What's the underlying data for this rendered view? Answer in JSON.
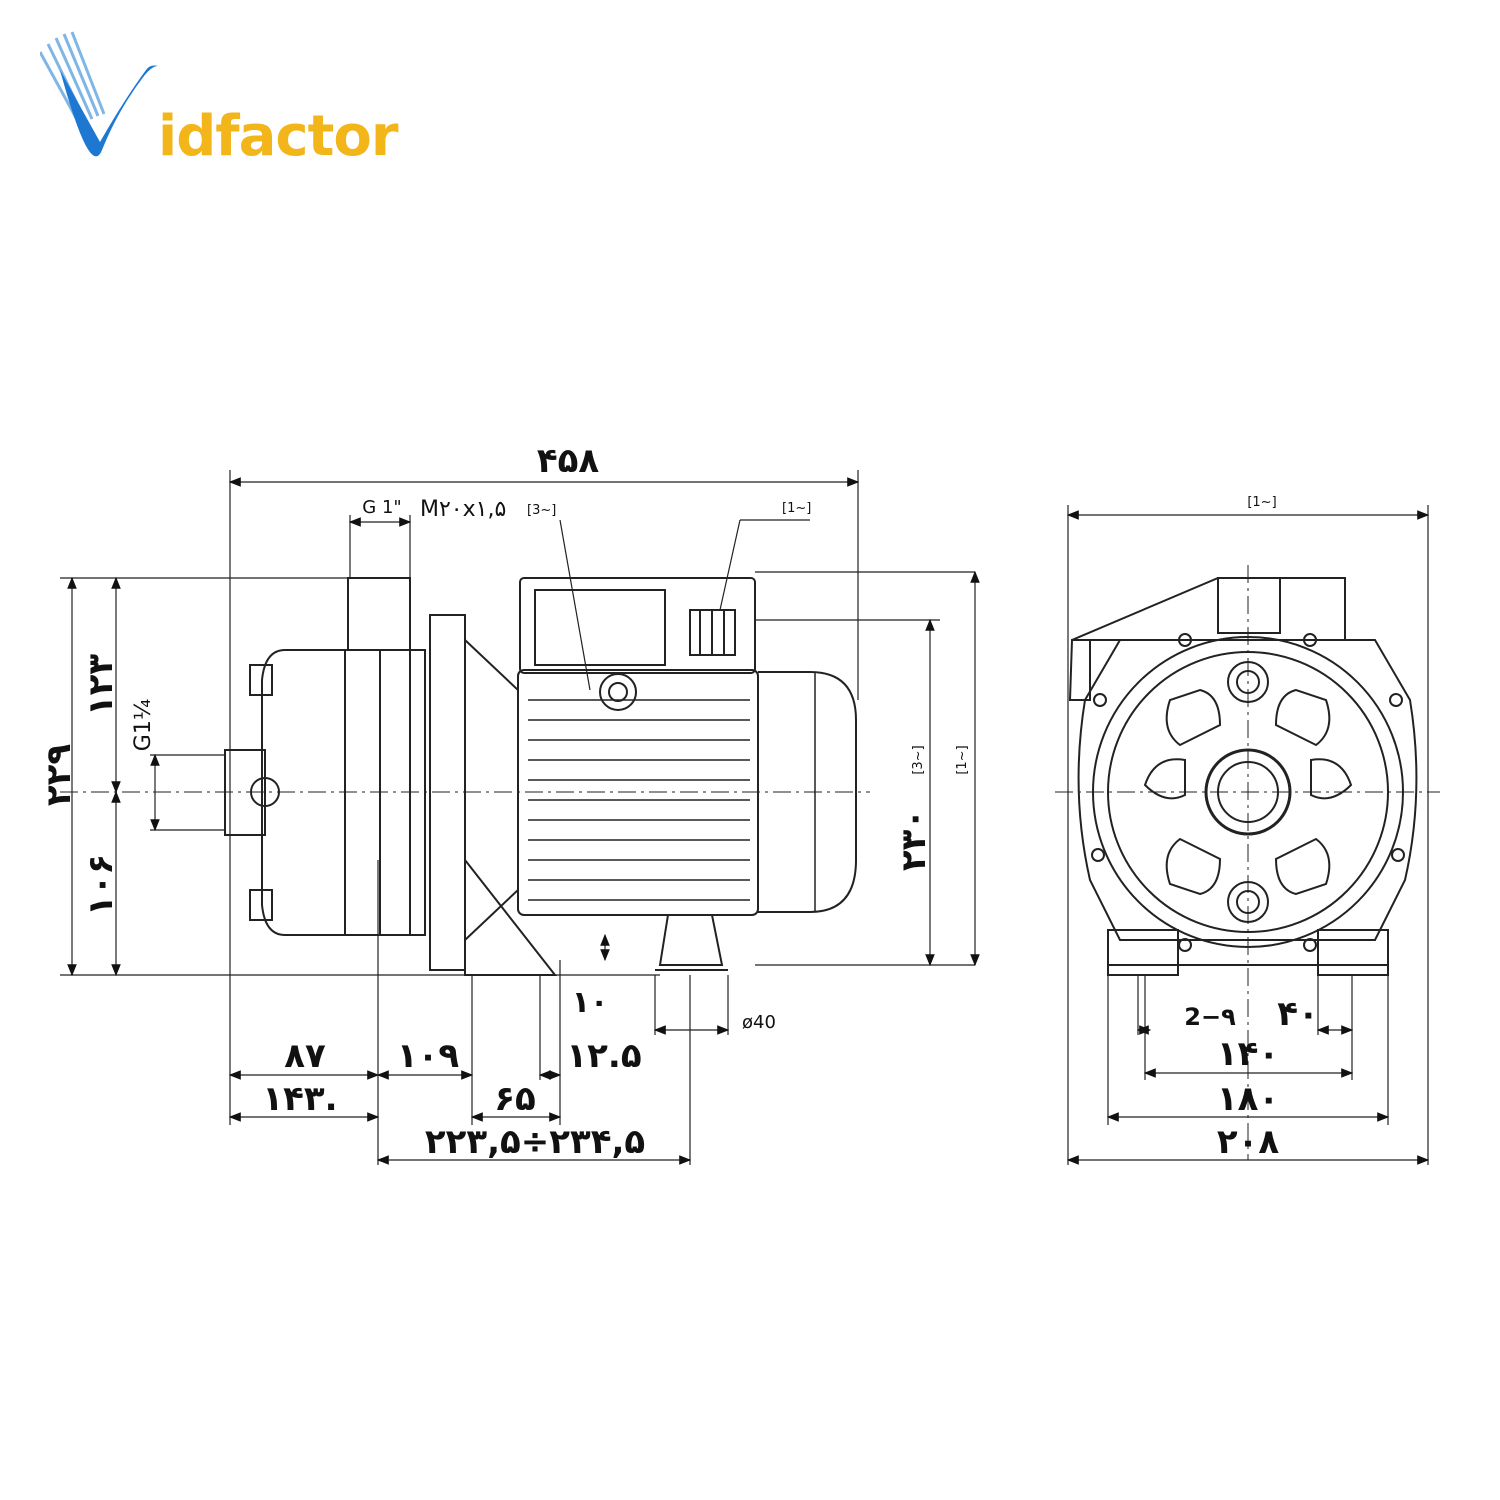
{
  "logo": {
    "text": "Vidfactor",
    "word": "idfactor",
    "colors": {
      "blue": "#1e78d2",
      "gold": "#f2b51a"
    }
  },
  "side_view": {
    "overall_length": "۴۵۸",
    "outlet_thread": "G 1\"",
    "cable_gland": "M۲۰x۱,۵",
    "tag_three_phase": "[3~]",
    "tag_single_phase": "[1~]",
    "height_total_left": "۲۲۹",
    "height_upper": "۱۲۳",
    "height_lower": "۱۰۶",
    "inlet_thread": "G1¼",
    "height_right": "۲۳۰",
    "height_right_tag": "[3~]",
    "height_right_tag2": "[1~]",
    "foot_height": "۱۰",
    "foot_diameter": "ø40",
    "bottom_dims": {
      "d87": "۸۷",
      "d109": "۱۰۹",
      "d12_5": "۱۲.۵",
      "d143": "۱۴۳.",
      "d65": "۶۵",
      "d223": "۲۲۳,۵÷۲۳۴,۵"
    }
  },
  "front_view": {
    "top_tag": "[1~]",
    "holes": "2−۹",
    "d40": "۴۰",
    "d140": "۱۴۰",
    "d180": "۱۸۰",
    "d208": "۲۰۸"
  }
}
